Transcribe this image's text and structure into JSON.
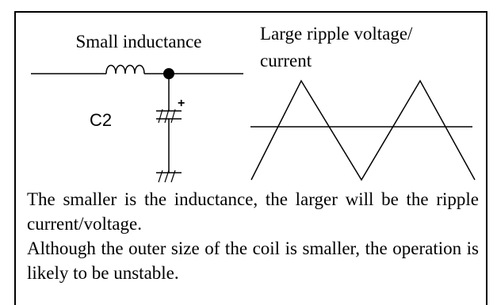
{
  "circuit": {
    "inductor_label": "Small inductance",
    "capacitor_label": "C2",
    "polarity_mark": "+"
  },
  "waveform": {
    "label_line1": "Large ripple voltage/",
    "label_line2": "current"
  },
  "caption": {
    "paragraph1": "The smaller is the inductance, the larger will be the ripple current/voltage.",
    "paragraph2": "Although the outer size of the coil is smaller, the operation is likely to be unstable."
  }
}
